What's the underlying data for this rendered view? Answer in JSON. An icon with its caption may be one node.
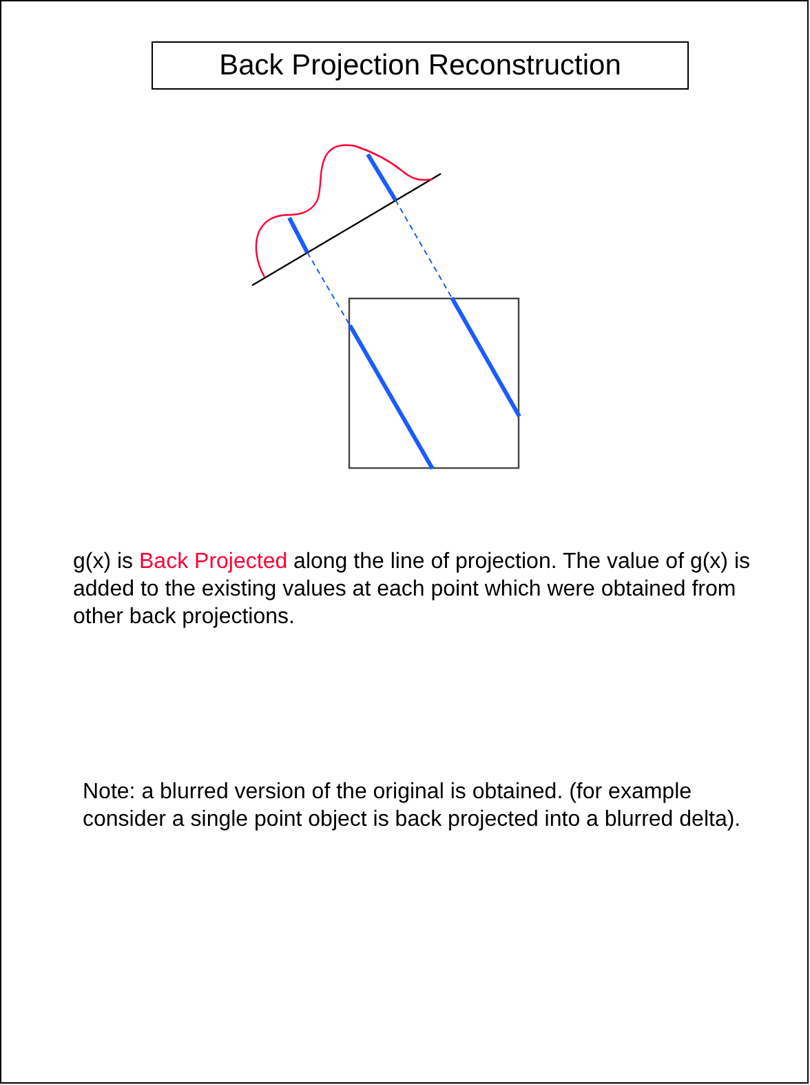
{
  "diagram": {
    "title": "Back Projection Reconstruction",
    "labels": [
      "g(x) is **Back Projected** along the line of projection. The value of g(x) is added to the existing values at each point which were obtained from other back projections.",
      "Note: a blurred version of the original is obtained. (for example consider a single point object is back projected into a blurred delta)."
    ]
  }
}
